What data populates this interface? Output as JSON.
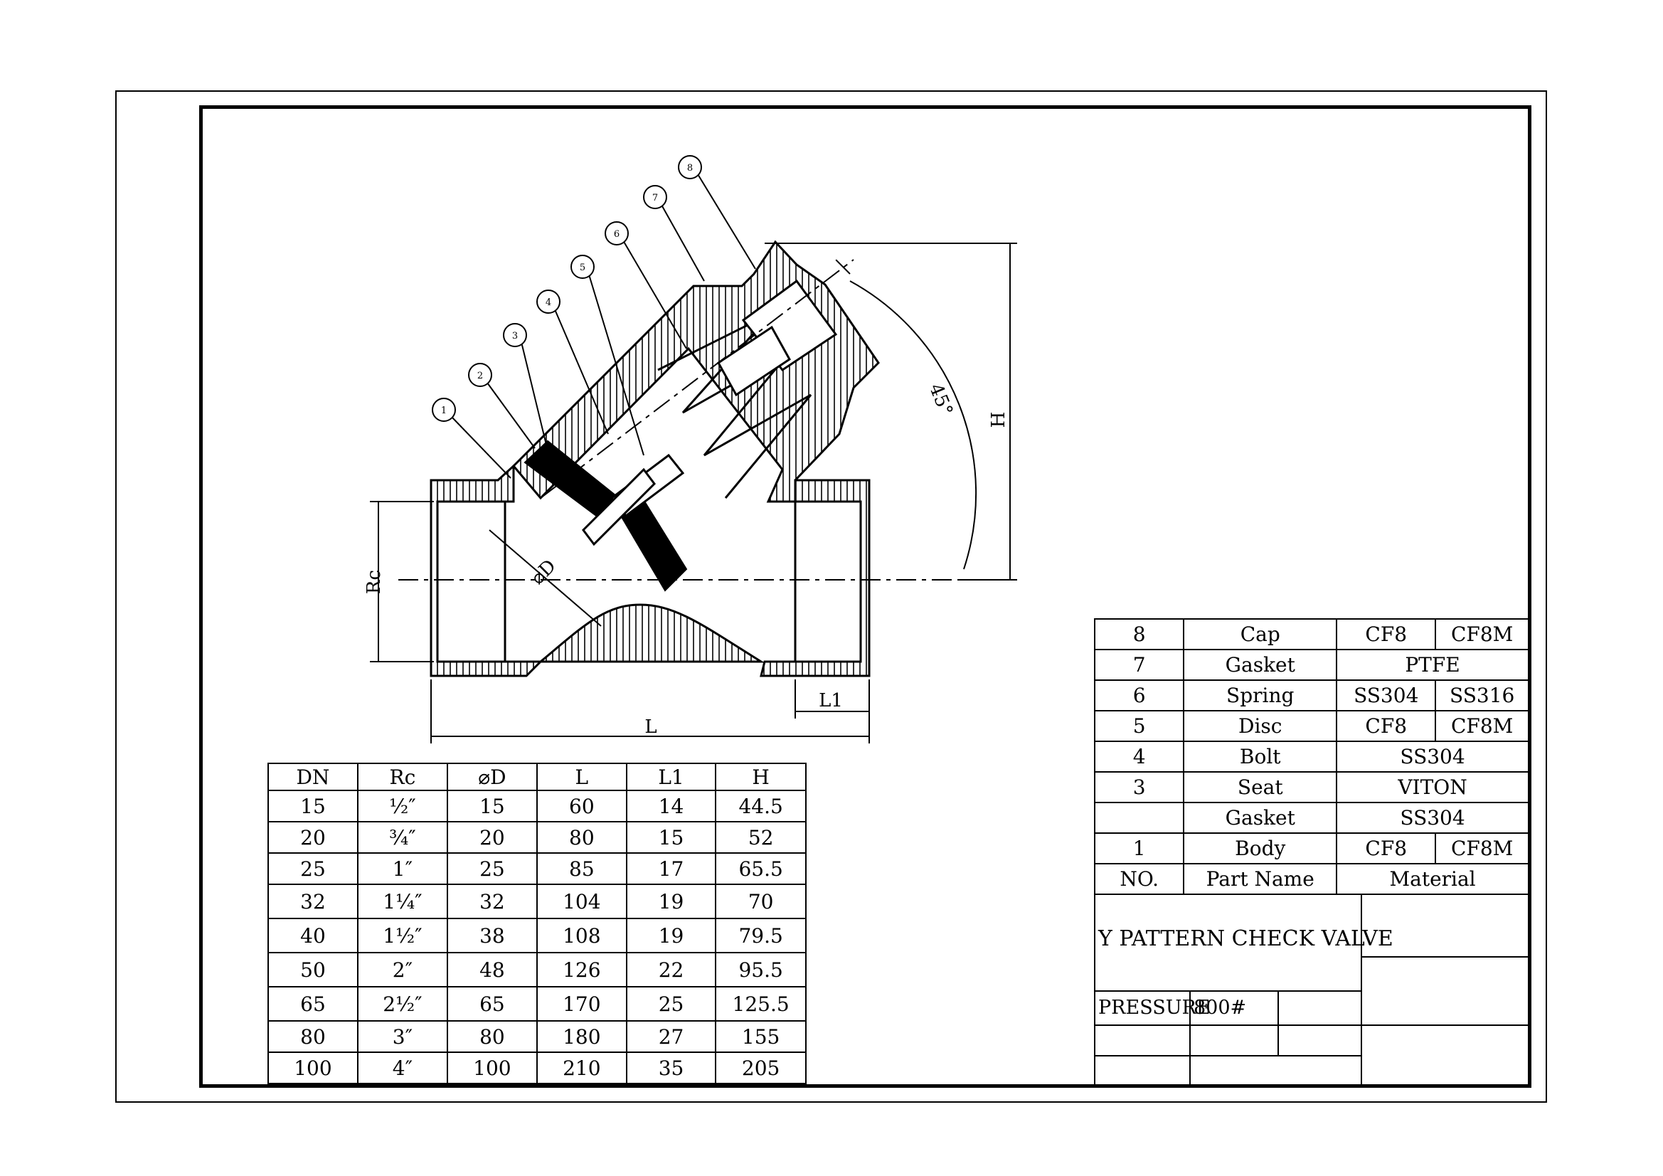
{
  "balloons": [
    "1",
    "2",
    "3",
    "4",
    "5",
    "6",
    "7",
    "8"
  ],
  "dimensions": {
    "rc": "Rc",
    "d": "⌀D",
    "l": "L",
    "l1": "L1",
    "h": "H",
    "angle": "45°"
  },
  "dim_table": {
    "headers": [
      "DN",
      "Rc",
      "⌀D",
      "L",
      "L1",
      "H"
    ],
    "rows": [
      [
        "15",
        "½″",
        "15",
        "60",
        "14",
        "44.5"
      ],
      [
        "20",
        "¾″",
        "20",
        "80",
        "15",
        "52"
      ],
      [
        "25",
        "1″",
        "25",
        "85",
        "17",
        "65.5"
      ],
      [
        "32",
        "1¼″",
        "32",
        "104",
        "19",
        "70"
      ],
      [
        "40",
        "1½″",
        "38",
        "108",
        "19",
        "79.5"
      ],
      [
        "50",
        "2″",
        "48",
        "126",
        "22",
        "95.5"
      ],
      [
        "65",
        "2½″",
        "65",
        "170",
        "25",
        "125.5"
      ],
      [
        "80",
        "3″",
        "80",
        "180",
        "27",
        "155"
      ],
      [
        "100",
        "4″",
        "100",
        "210",
        "35",
        "205"
      ]
    ]
  },
  "parts": [
    {
      "no": "8",
      "name": "Cap",
      "m1": "CF8",
      "m2": "CF8M"
    },
    {
      "no": "7",
      "name": "Gasket",
      "m1": "PTFE",
      "m2": ""
    },
    {
      "no": "6",
      "name": "Spring",
      "m1": "SS304",
      "m2": "SS316"
    },
    {
      "no": "5",
      "name": "Disc",
      "m1": "CF8",
      "m2": "CF8M"
    },
    {
      "no": "4",
      "name": "Bolt",
      "m1": "SS304",
      "m2": ""
    },
    {
      "no": "3",
      "name": "Seat",
      "m1": "VITON",
      "m2": ""
    },
    {
      "no": "",
      "name": "Gasket",
      "m1": "SS304",
      "m2": ""
    },
    {
      "no": "1",
      "name": "Body",
      "m1": "CF8",
      "m2": "CF8M"
    }
  ],
  "parts_header": {
    "no": "NO.",
    "name": "Part Name",
    "material": "Material"
  },
  "title_block": {
    "title": "Y PATTERN CHECK VALVE",
    "pressure_label": "PRESSURE",
    "pressure_value": "800#"
  }
}
